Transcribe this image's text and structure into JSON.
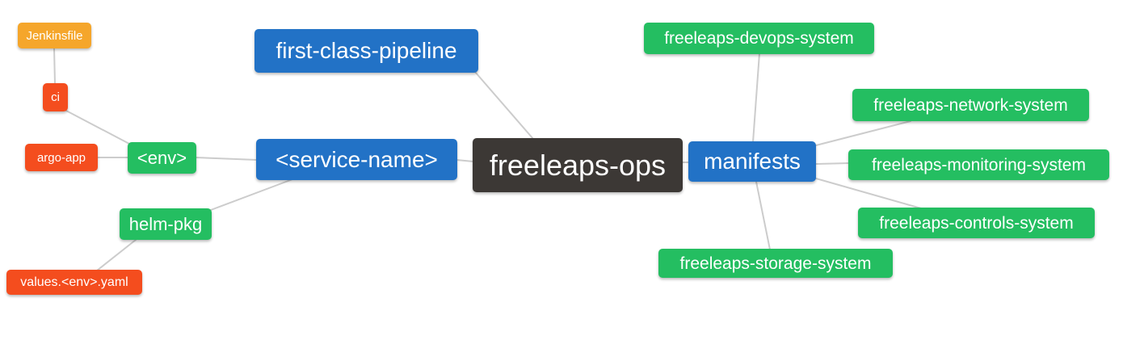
{
  "colors": {
    "blue": "#2272C6",
    "green": "#24BE61",
    "red": "#F44D1E",
    "amber": "#F5A62B",
    "dark": "#3C3835",
    "connector": "#CCCCCC",
    "background": "#FFFFFF",
    "node_text": "#FFFFFF"
  },
  "nodes": {
    "jenkinsfile": {
      "label": "Jenkinsfile",
      "color": "amber"
    },
    "ci": {
      "label": "ci",
      "color": "red"
    },
    "argo_app": {
      "label": "argo-app",
      "color": "red"
    },
    "env": {
      "label": "<env>",
      "color": "green"
    },
    "helm_pkg": {
      "label": "helm-pkg",
      "color": "green"
    },
    "values_env_yaml": {
      "label": "values.<env>.yaml",
      "color": "red"
    },
    "first_class_pipeline": {
      "label": "first-class-pipeline",
      "color": "blue"
    },
    "service_name": {
      "label": "<service-name>",
      "color": "blue"
    },
    "freeleaps_ops": {
      "label": "freeleaps-ops",
      "color": "dark"
    },
    "manifests": {
      "label": "manifests",
      "color": "blue"
    },
    "freeleaps_devops_system": {
      "label": "freeleaps-devops-system",
      "color": "green"
    },
    "freeleaps_network_system": {
      "label": "freeleaps-network-system",
      "color": "green"
    },
    "freeleaps_monitoring_system": {
      "label": "freeleaps-monitoring-system",
      "color": "green"
    },
    "freeleaps_controls_system": {
      "label": "freeleaps-controls-system",
      "color": "green"
    },
    "freeleaps_storage_system": {
      "label": "freeleaps-storage-system",
      "color": "green"
    }
  },
  "edges": [
    {
      "from": "jenkinsfile",
      "to": "ci"
    },
    {
      "from": "ci",
      "to": "env"
    },
    {
      "from": "argo_app",
      "to": "env"
    },
    {
      "from": "env",
      "to": "service_name"
    },
    {
      "from": "helm_pkg",
      "to": "service_name"
    },
    {
      "from": "values_env_yaml",
      "to": "helm_pkg"
    },
    {
      "from": "first_class_pipeline",
      "to": "freeleaps_ops"
    },
    {
      "from": "service_name",
      "to": "freeleaps_ops"
    },
    {
      "from": "freeleaps_ops",
      "to": "manifests"
    },
    {
      "from": "manifests",
      "to": "freeleaps_devops_system"
    },
    {
      "from": "manifests",
      "to": "freeleaps_network_system"
    },
    {
      "from": "manifests",
      "to": "freeleaps_monitoring_system"
    },
    {
      "from": "manifests",
      "to": "freeleaps_controls_system"
    },
    {
      "from": "manifests",
      "to": "freeleaps_storage_system"
    }
  ]
}
